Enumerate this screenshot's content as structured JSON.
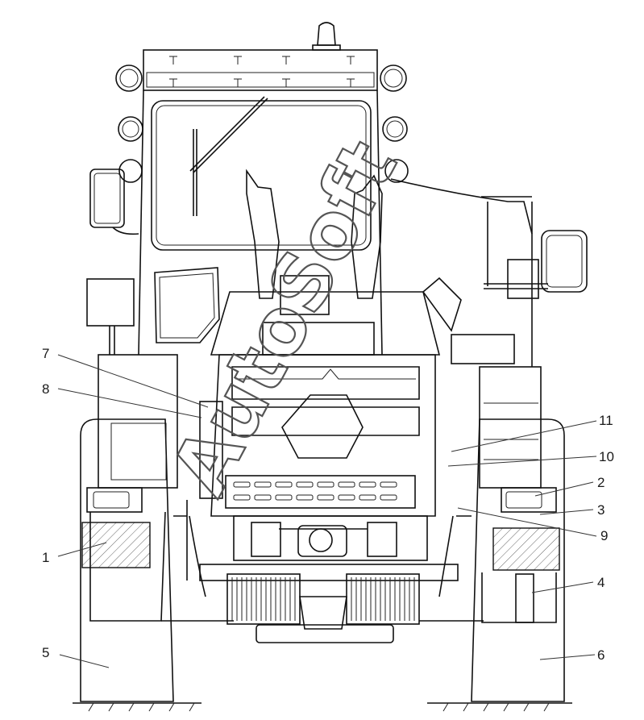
{
  "diagram": {
    "callouts": [
      {
        "id": "c1",
        "label": "1"
      },
      {
        "id": "c2",
        "label": "2"
      },
      {
        "id": "c3",
        "label": "3"
      },
      {
        "id": "c4",
        "label": "4"
      },
      {
        "id": "c5",
        "label": "5"
      },
      {
        "id": "c6",
        "label": "6"
      },
      {
        "id": "c7",
        "label": "7"
      },
      {
        "id": "c8",
        "label": "8"
      },
      {
        "id": "c9",
        "label": "9"
      },
      {
        "id": "c10",
        "label": "10"
      },
      {
        "id": "c11",
        "label": "11"
      }
    ],
    "watermark": "AutoSoft"
  }
}
